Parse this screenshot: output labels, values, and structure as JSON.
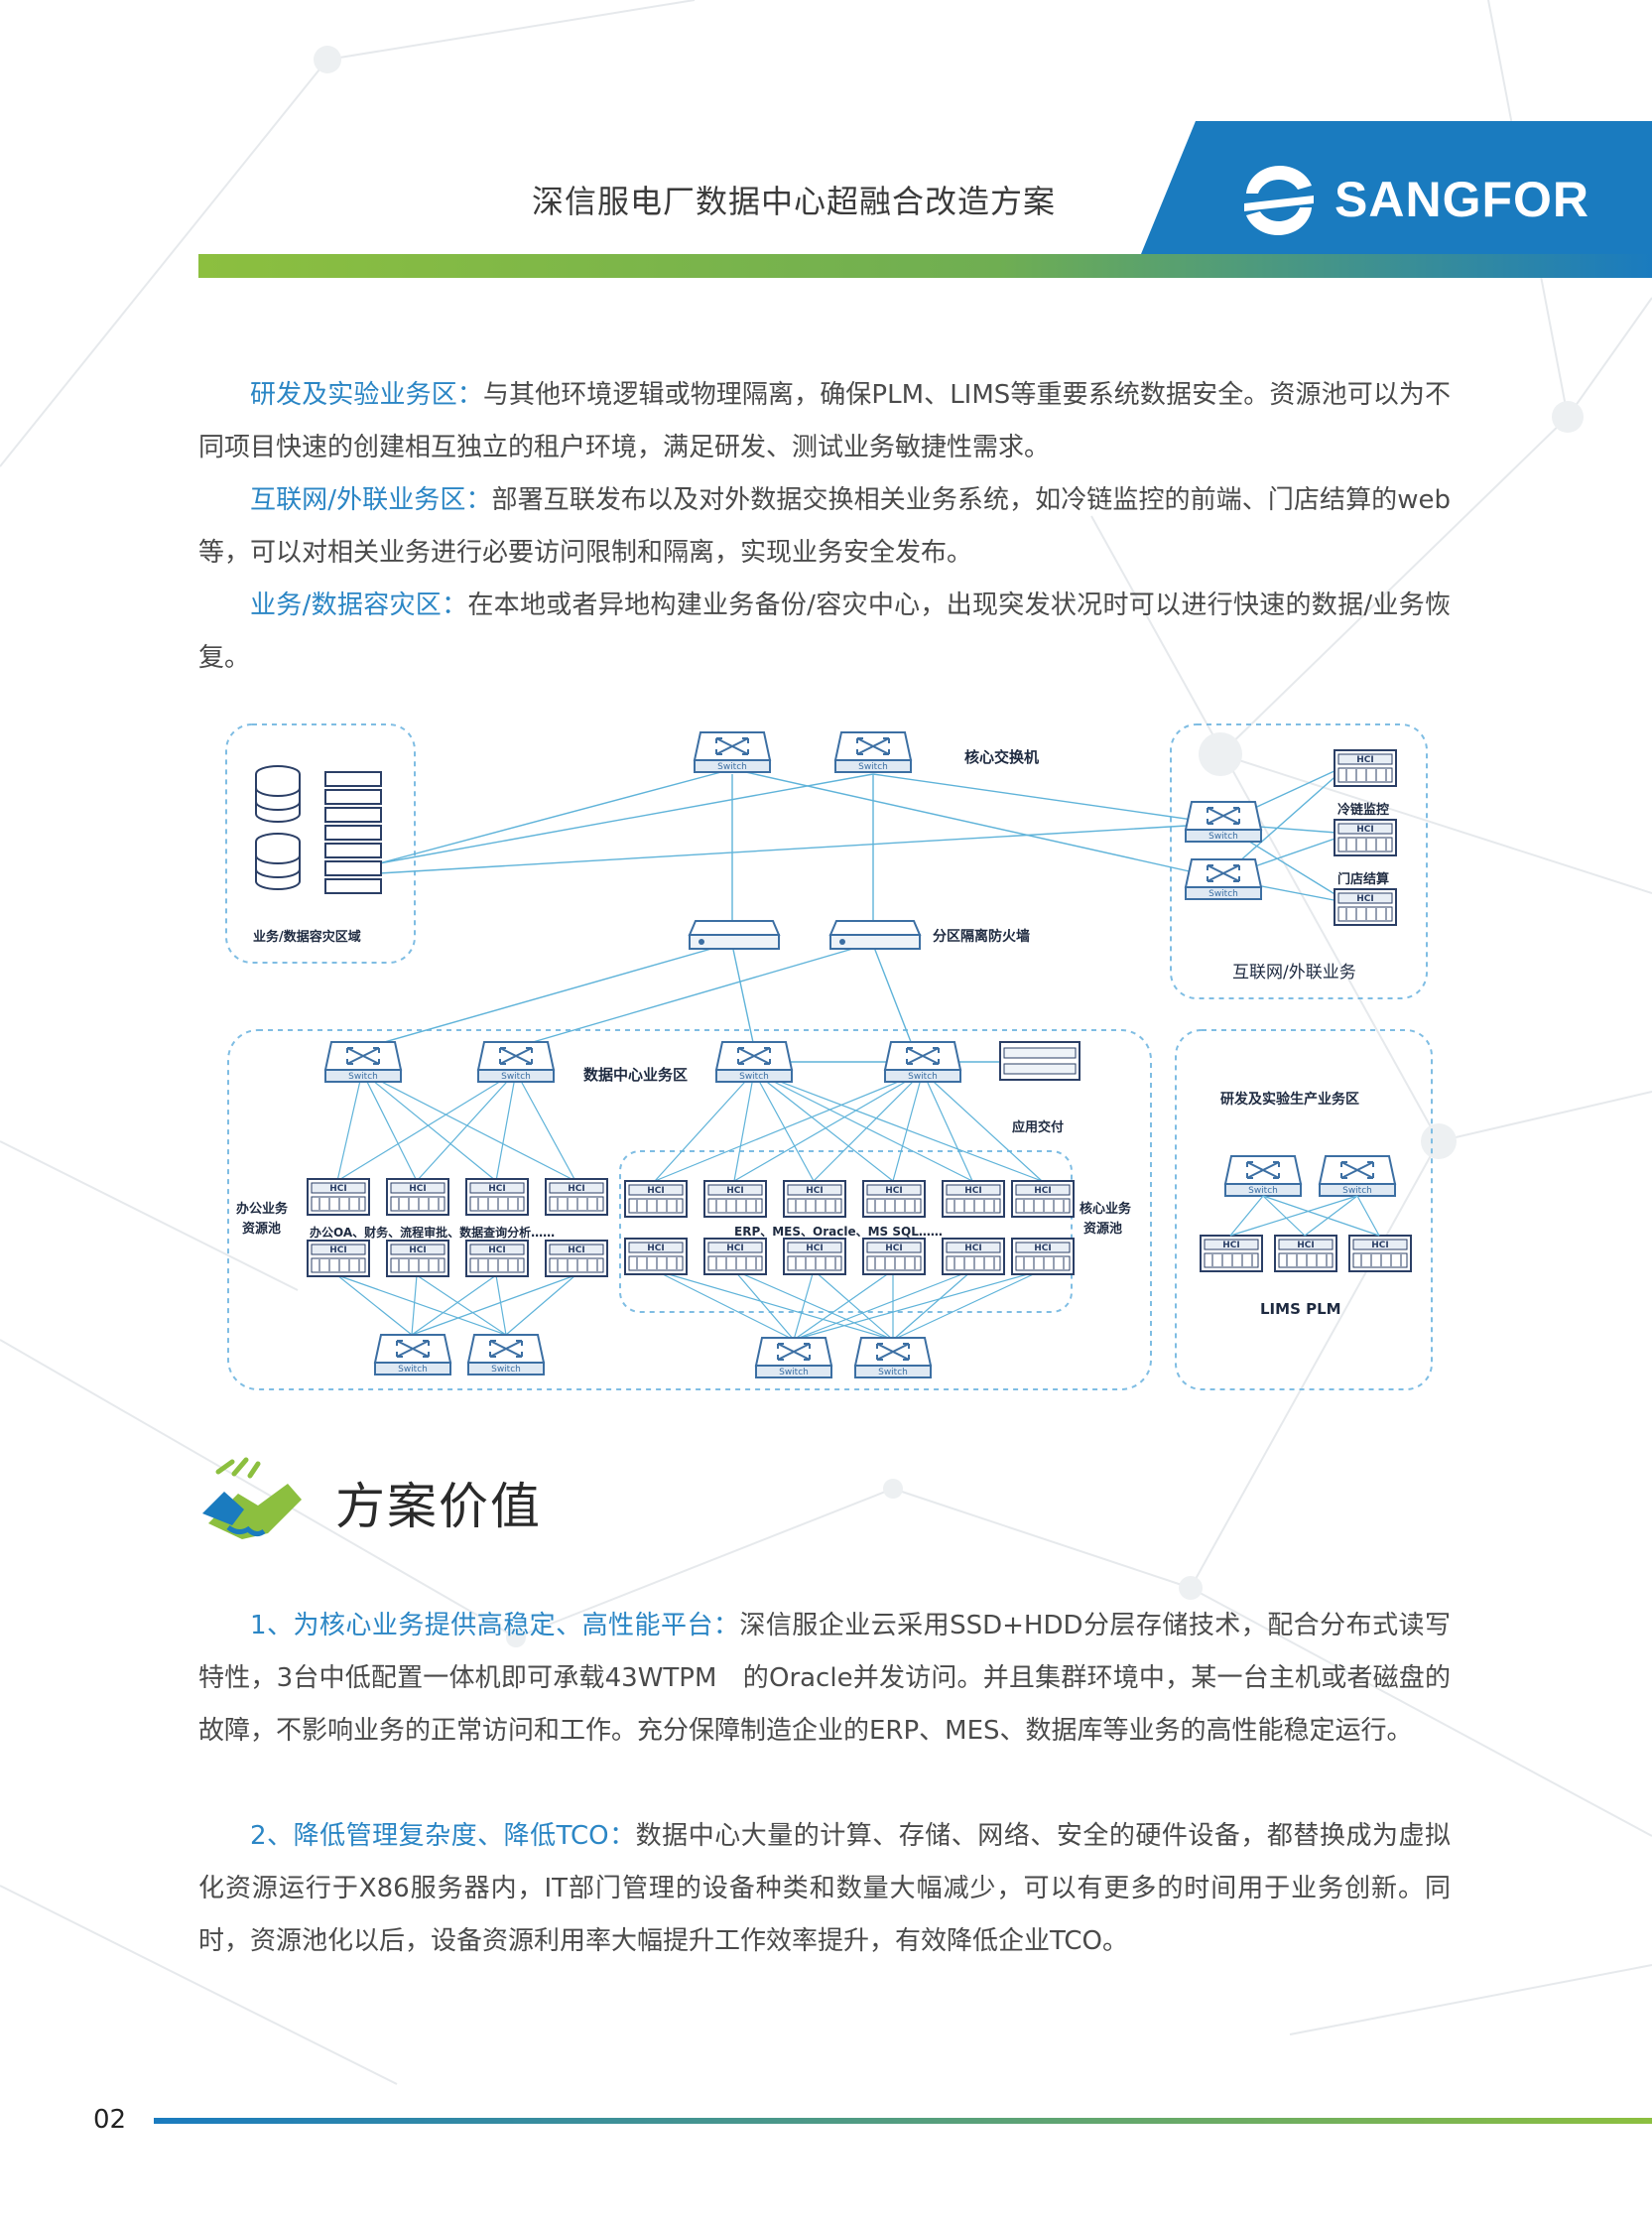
{
  "header": {
    "title": "深信服电厂数据中心超融合改造方案",
    "logo_text": "SANGFOR"
  },
  "paragraphs": [
    {
      "lead": "研发及实验业务区：",
      "text": "与其他环境逻辑或物理隔离，确保PLM、LIMS等重要系统数据安全。资源池可以为不同项目快速的创建相互独立的租户环境，满足研发、测试业务敏捷性需求。"
    },
    {
      "lead": "互联网/外联业务区：",
      "text": "部署互联发布以及对外数据交换相关业务系统，如冷链监控的前端、门店结算的web等，可以对相关业务进行必要访问限制和隔离，实现业务安全发布。"
    },
    {
      "lead": "业务/数据容灾区：",
      "text": "在本地或者异地构建业务备份/容灾中心，出现突发状况时可以进行快速的数据/业务恢复。"
    }
  ],
  "diagram": {
    "switch_label": "Switch",
    "hci_label": "HCI",
    "core_switch": "核心交换机",
    "dr_zone": "业务/数据容灾区域",
    "firewall": "分区隔离防火墙",
    "internet_zone": "互联网/外联业务",
    "cold_chain": "冷链监控",
    "store_settle": "门店结算",
    "dc_zone": "数据中心业务区",
    "app_delivery": "应用交付",
    "office_pool_l1": "办公业务",
    "office_pool_l2": "资源池",
    "office_apps": "办公OA、财务、流程审批、数据查询分析……",
    "core_pool_l1": "核心业务",
    "core_pool_l2": "资源池",
    "core_apps": "ERP、MES、Oracle、MS SQL……",
    "rd_zone": "研发及实验生产业务区",
    "lims_plm": "LIMS PLM"
  },
  "section": {
    "title": "方案价值"
  },
  "value_paragraphs": [
    {
      "lead": "1、为核心业务提供高稳定、高性能平台：",
      "text": "深信服企业云采用SSD+HDD分层存储技术，配合分布式读写特性，3台中低配置一体机即可承载43WTPM　的Oracle并发访问。并且集群环境中，某一台主机或者磁盘的故障，不影响业务的正常访问和工作。充分保障制造企业的ERP、MES、数据库等业务的高性能稳定运行。"
    },
    {
      "lead": "2、降低管理复杂度、降低TCO：",
      "text": "数据中心大量的计算、存储、网络、安全的硬件设备，都替换成为虚拟化资源运行于X86服务器内，IT部门管理的设备种类和数量大幅减少，可以有更多的时间用于业务创新。同时，资源池化以后，设备资源利用率大幅提升工作效率提升，有效降低企业TCO。"
    }
  ],
  "footer": {
    "page_number": "02"
  },
  "colors": {
    "accent_blue": "#2b86c5",
    "logo_bg": "#1a7bbf",
    "bar_green": "#8cbf3f",
    "diagram_line": "#5fb3d9"
  }
}
